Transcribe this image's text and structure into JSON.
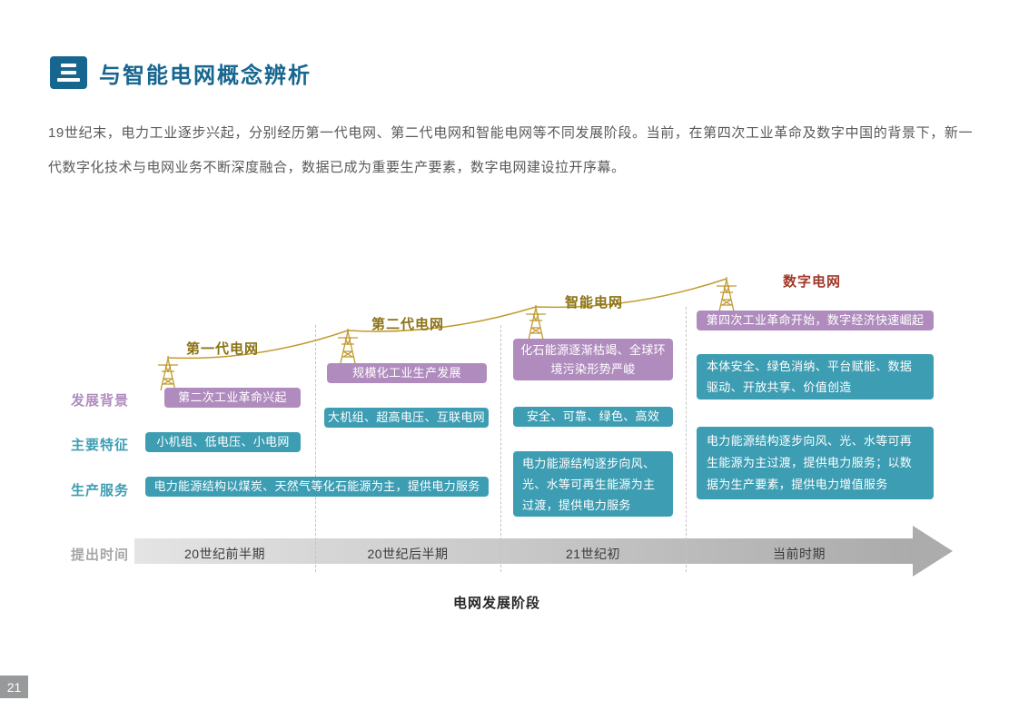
{
  "colors": {
    "title_blue": "#176690",
    "background_purple": "#b08cbe",
    "feature_teal": "#3d9db3",
    "wire_gold": "#c19a2e",
    "stage_label_gold": "#8a7215",
    "stage_label_red": "#a0392a",
    "timeline_gray": "#ababab",
    "page_badge_gray": "#97999b"
  },
  "header": {
    "icon": "three-lines-icon",
    "title": "与智能电网概念辨析"
  },
  "intro": "19世纪末，电力工业逐步兴起，分别经历第一代电网、第二代电网和智能电网等不同发展阶段。当前，在第四次工业革命及数字中国的背景下，新一代数字化技术与电网业务不断深度融合，数据已成为重要生产要素，数字电网建设拉开序幕。",
  "diagram": {
    "stages": [
      {
        "label": "第一代电网"
      },
      {
        "label": "第二代电网"
      },
      {
        "label": "智能电网"
      },
      {
        "label": "数字电网"
      }
    ],
    "row_labels": {
      "background": "发展背景",
      "features": "主要特征",
      "services": "生产服务",
      "time": "提出时间"
    },
    "boxes": {
      "gen1_background": "第二次工业革命兴起",
      "gen1_features": "小机组、低电压、小电网",
      "gen2_background": "规模化工业生产发展",
      "gen2_features": "大机组、超高电压、互联电网",
      "gen12_services": "电力能源结构以煤炭、天然气等化石能源为主，提供电力服务",
      "smart_background": "化石能源逐渐枯竭、全球环境污染形势严峻",
      "smart_features": "安全、可靠、绿色、高效",
      "smart_services": "电力能源结构逐步向风、光、水等可再生能源为主过渡，提供电力服务",
      "digital_background": "第四次工业革命开始，数字经济快速崛起",
      "digital_features": "本体安全、绿色消纳、平台赋能、数据驱动、开放共享、价值创造",
      "digital_services": "电力能源结构逐步向风、光、水等可再生能源为主过渡，提供电力服务；以数据为生产要素，提供电力增值服务"
    },
    "timeline": {
      "periods": [
        "20世纪前半期",
        "20世纪后半期",
        "21世纪初",
        "当前时期"
      ]
    },
    "axis_label": "电网发展阶段"
  },
  "footer": {
    "page_number": "21"
  }
}
